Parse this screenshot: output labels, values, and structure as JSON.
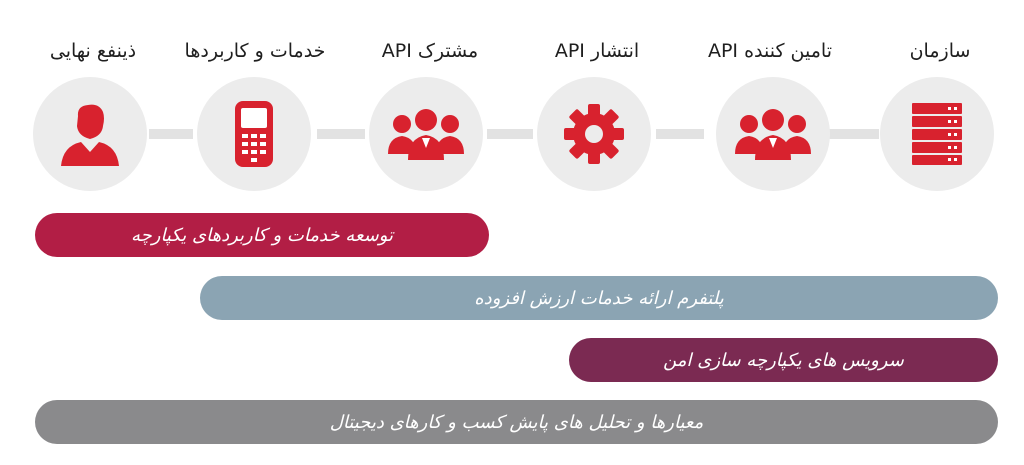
{
  "stages": [
    {
      "label": "سازمان",
      "icon": "server-icon"
    },
    {
      "label": "تامین کننده API",
      "icon": "people-group-icon"
    },
    {
      "label": "انتشار API",
      "icon": "gear-icon"
    },
    {
      "label": "مشترک API",
      "icon": "people-group-icon"
    },
    {
      "label": "خدمات و کاربردها",
      "icon": "mobile-phone-icon"
    },
    {
      "label": "ذینفع نهایی",
      "icon": "user-icon"
    }
  ],
  "bars": [
    {
      "label": "توسعه خدمات و کاربردهای یکپارچه",
      "color": "#b21e45"
    },
    {
      "label": "پلتفرم ارائه خدمات ارزش افزوده",
      "color": "#8ba4b3"
    },
    {
      "label": "سرویس های یکپارچه سازی امن",
      "color": "#7b2a52"
    },
    {
      "label": "معیارها و تحلیل های پایش کسب و کارهای دیجیتال",
      "color": "#8a8a8c"
    }
  ],
  "colors": {
    "icon": "#d8222e",
    "circle": "#ececec",
    "connector": "#e2e2e2"
  }
}
